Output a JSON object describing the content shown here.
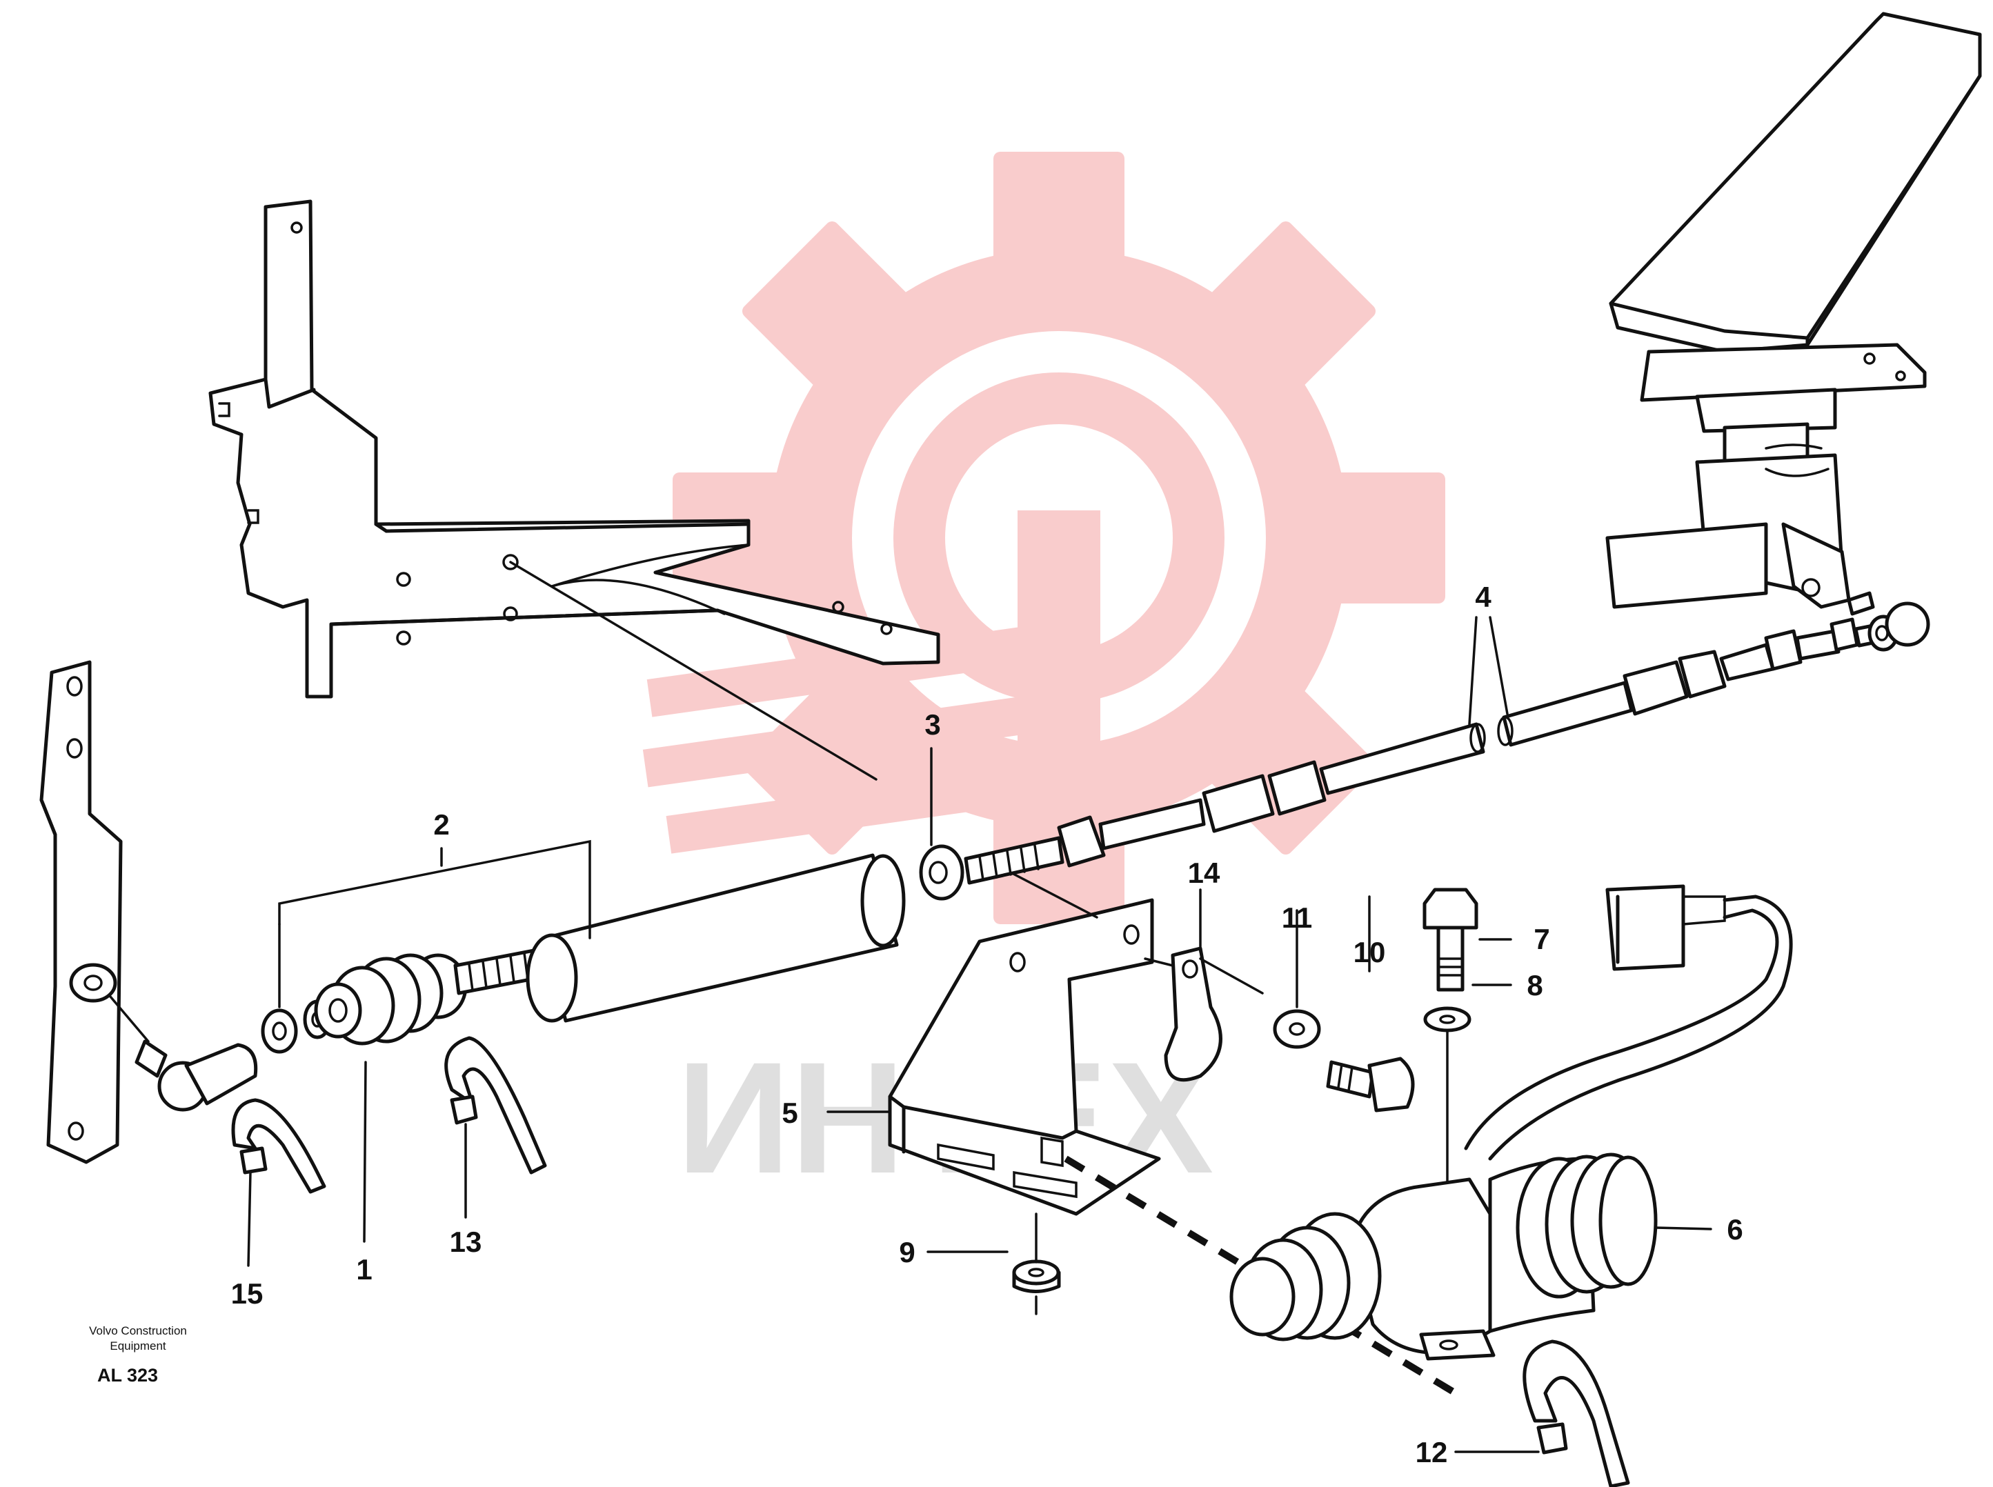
{
  "watermark": {
    "text": "ИНТЕХ",
    "gear_color": "#f4a3a3",
    "text_color": "#d8d8d8"
  },
  "callouts": [
    "1",
    "2",
    "3",
    "4",
    "5",
    "6",
    "7",
    "8",
    "9",
    "10",
    "11",
    "12",
    "13",
    "14",
    "15"
  ],
  "footer": {
    "brand_line1": "Volvo Construction",
    "brand_line2": "Equipment",
    "drawing_code": "AL 323"
  }
}
